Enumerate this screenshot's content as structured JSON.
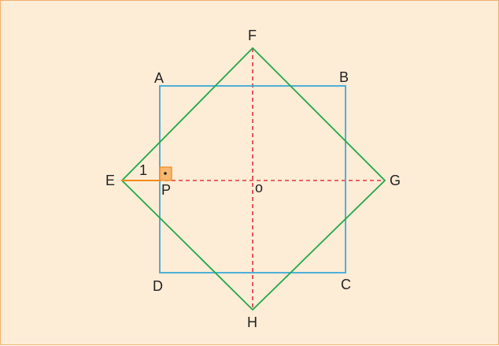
{
  "diagram": {
    "labels": {
      "A": "A",
      "B": "B",
      "C": "C",
      "D": "D",
      "E": "E",
      "F": "F",
      "G": "G",
      "H": "H",
      "P": "P",
      "O": "o",
      "one": "1"
    },
    "colors": {
      "background": "#fdecd6",
      "border": "#f0b070",
      "square_abcd": "#3aaad8",
      "square_efgh": "#22a84a",
      "axes": "#e0343c",
      "segment_ep": "#f08a1c",
      "right_angle_fill": "#f7b870",
      "point": "#222222"
    },
    "icons": {
      "right_angle_marker": "right-angle-icon"
    }
  }
}
